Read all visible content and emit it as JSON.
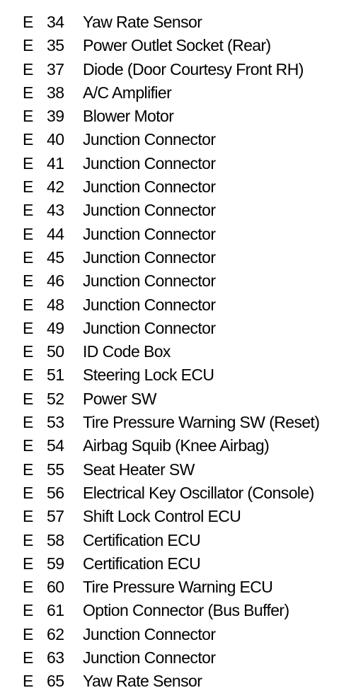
{
  "items": [
    {
      "letter": "E",
      "number": "34",
      "name": "Yaw Rate Sensor"
    },
    {
      "letter": "E",
      "number": "35",
      "name": "Power Outlet Socket (Rear)"
    },
    {
      "letter": "E",
      "number": "37",
      "name": "Diode (Door Courtesy Front RH)"
    },
    {
      "letter": "E",
      "number": "38",
      "name": "A/C Amplifier"
    },
    {
      "letter": "E",
      "number": "39",
      "name": "Blower Motor"
    },
    {
      "letter": "E",
      "number": "40",
      "name": "Junction Connector"
    },
    {
      "letter": "E",
      "number": "41",
      "name": "Junction Connector"
    },
    {
      "letter": "E",
      "number": "42",
      "name": "Junction Connector"
    },
    {
      "letter": "E",
      "number": "43",
      "name": "Junction Connector"
    },
    {
      "letter": "E",
      "number": "44",
      "name": "Junction Connector"
    },
    {
      "letter": "E",
      "number": "45",
      "name": "Junction Connector"
    },
    {
      "letter": "E",
      "number": "46",
      "name": "Junction Connector"
    },
    {
      "letter": "E",
      "number": "48",
      "name": "Junction Connector"
    },
    {
      "letter": "E",
      "number": "49",
      "name": "Junction Connector"
    },
    {
      "letter": "E",
      "number": "50",
      "name": "ID Code Box"
    },
    {
      "letter": "E",
      "number": "51",
      "name": "Steering Lock ECU"
    },
    {
      "letter": "E",
      "number": "52",
      "name": "Power SW"
    },
    {
      "letter": "E",
      "number": "53",
      "name": "Tire Pressure Warning SW (Reset)"
    },
    {
      "letter": "E",
      "number": "54",
      "name": "Airbag Squib (Knee Airbag)"
    },
    {
      "letter": "E",
      "number": "55",
      "name": "Seat Heater SW"
    },
    {
      "letter": "E",
      "number": "56",
      "name": "Electrical Key Oscillator (Console)"
    },
    {
      "letter": "E",
      "number": "57",
      "name": "Shift Lock Control ECU"
    },
    {
      "letter": "E",
      "number": "58",
      "name": "Certification ECU"
    },
    {
      "letter": "E",
      "number": "59",
      "name": "Certification ECU"
    },
    {
      "letter": "E",
      "number": "60",
      "name": "Tire Pressure Warning ECU"
    },
    {
      "letter": "E",
      "number": "61",
      "name": "Option Connector (Bus Buffer)"
    },
    {
      "letter": "E",
      "number": "62",
      "name": "Junction Connector"
    },
    {
      "letter": "E",
      "number": "63",
      "name": "Junction Connector"
    },
    {
      "letter": "E",
      "number": "65",
      "name": "Yaw Rate Sensor"
    }
  ]
}
